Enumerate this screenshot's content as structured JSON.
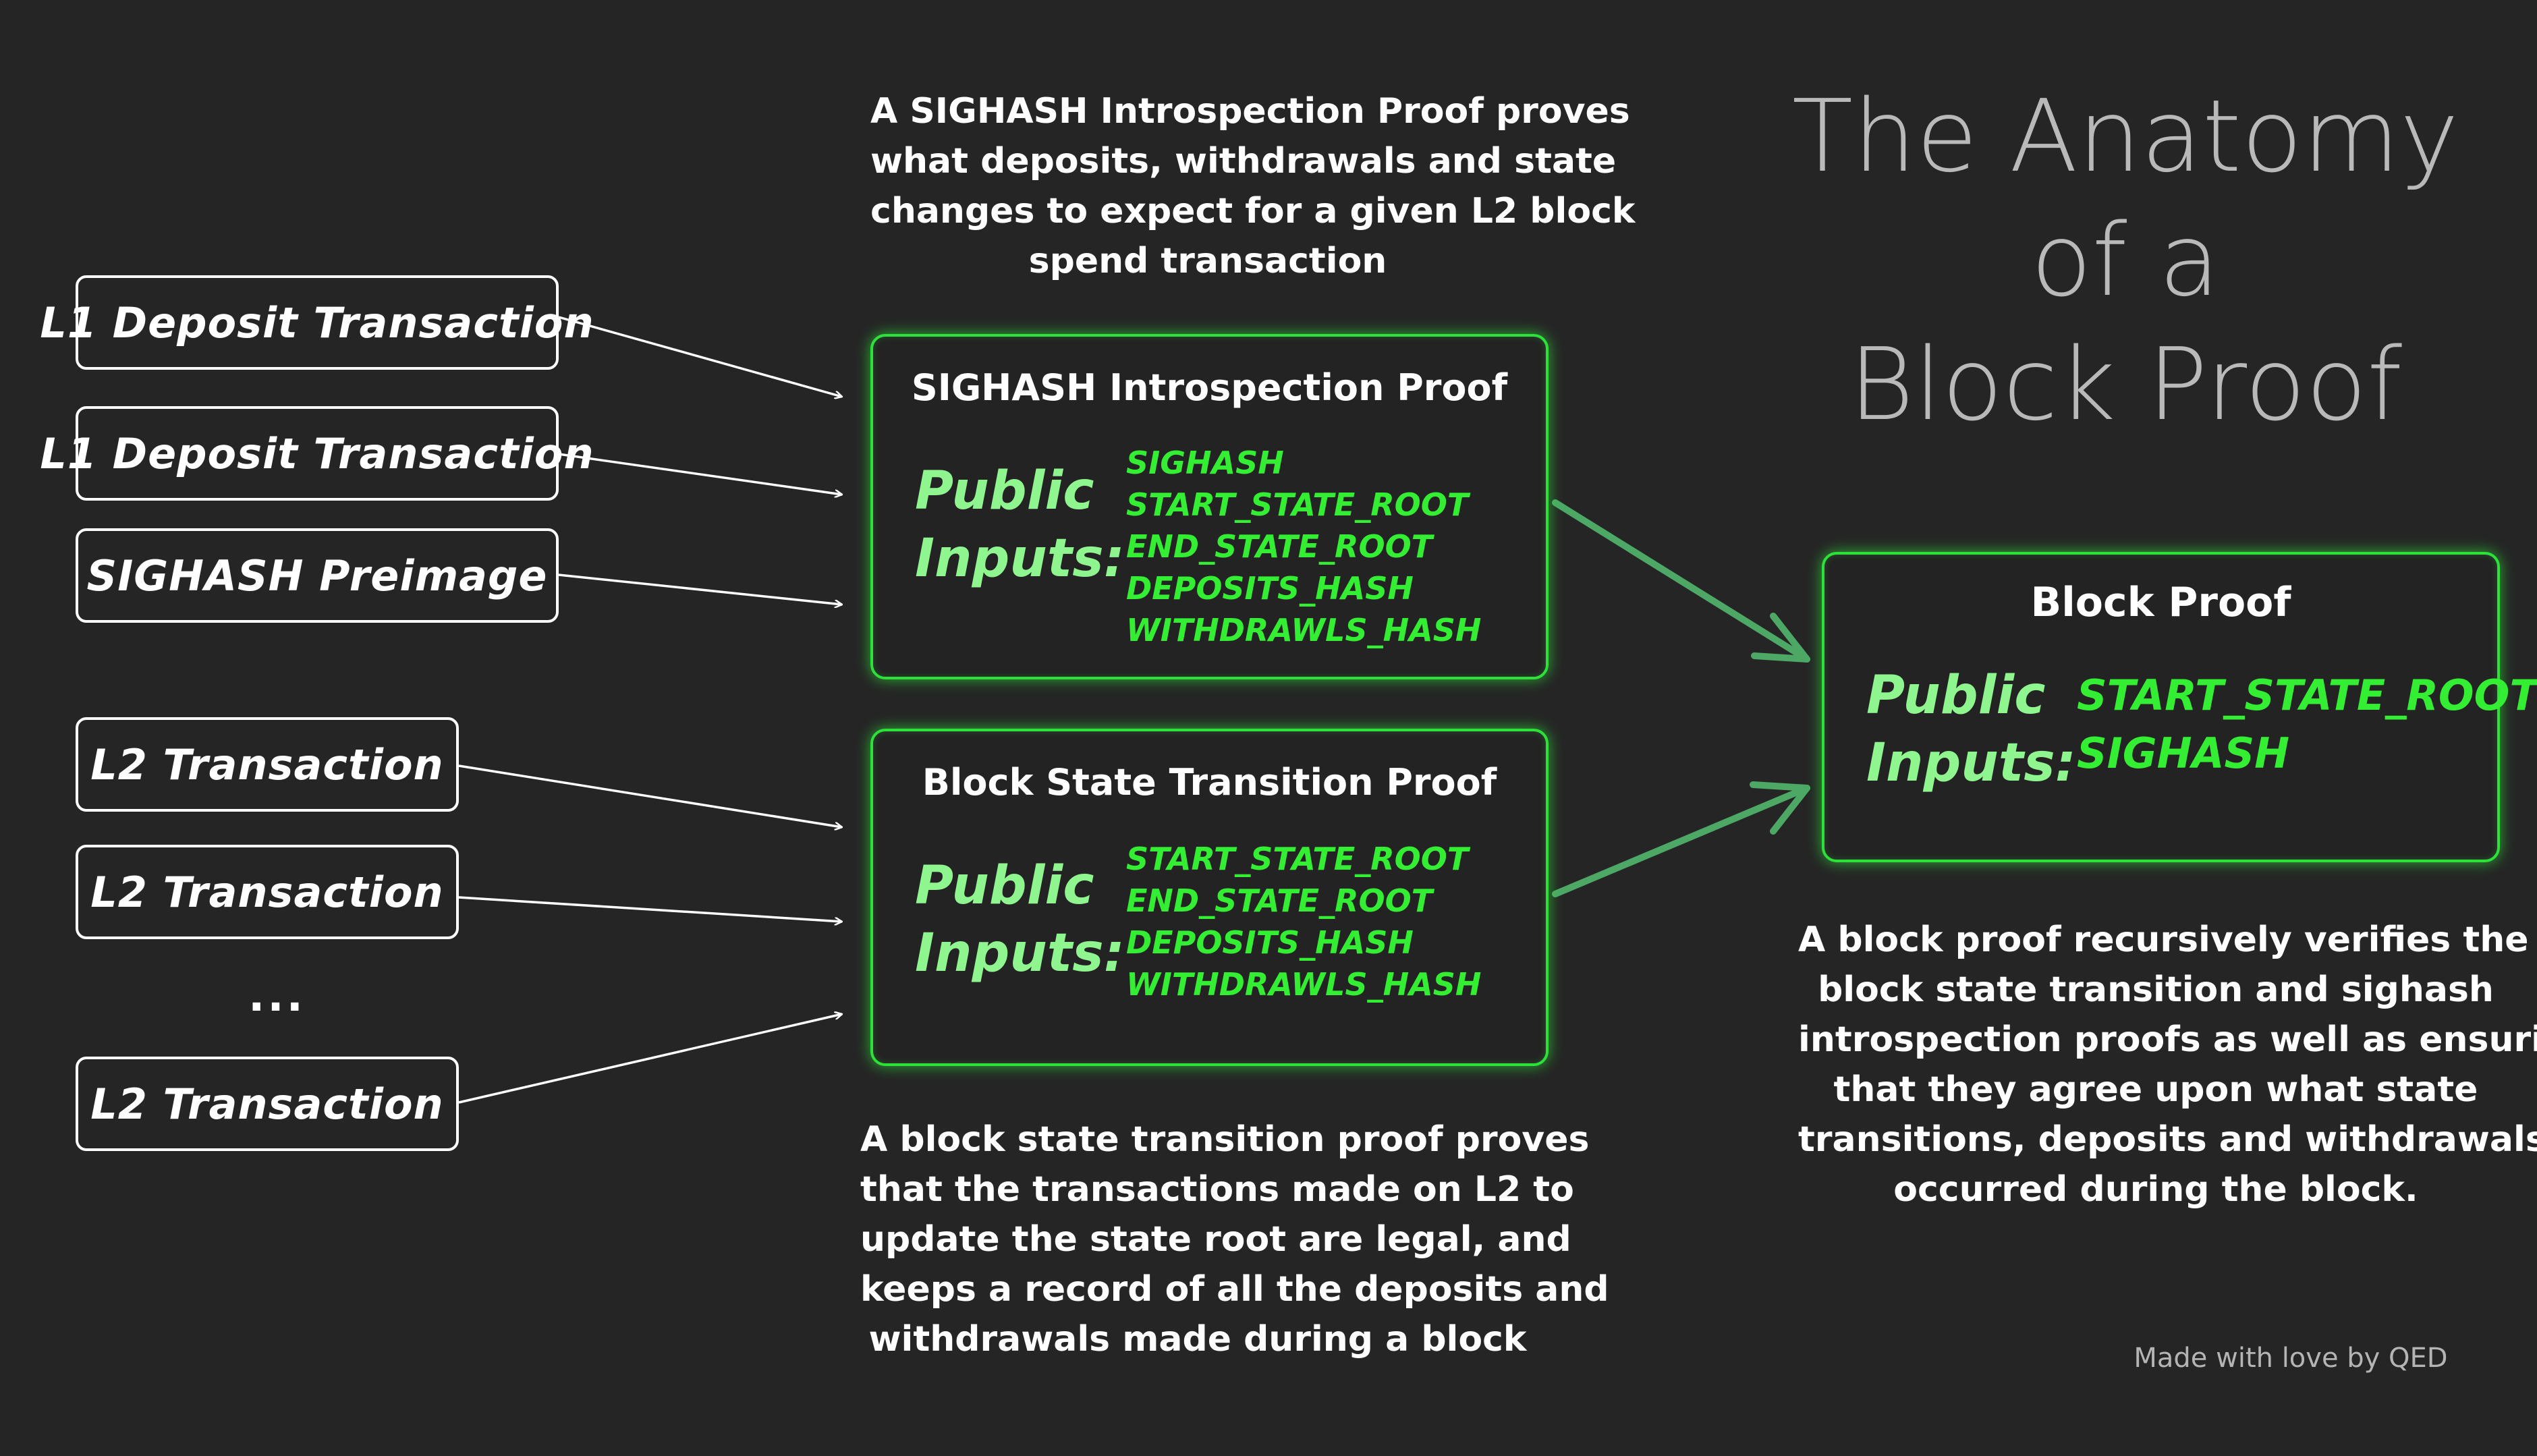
{
  "title": {
    "lines": [
      "The Anatomy",
      "of a",
      "Block Proof"
    ]
  },
  "inputs": {
    "l1_deposit_1": "L1 Deposit Transaction",
    "l1_deposit_2": "L1 Deposit Transaction",
    "sighash_preimage": "SIGHASH Preimage",
    "l2_tx_1": "L2 Transaction",
    "l2_tx_2": "L2 Transaction",
    "ellipsis": "...",
    "l2_tx_3": "L2 Transaction"
  },
  "sighash_proof": {
    "caption": [
      "A SIGHASH Introspection Proof proves",
      "what deposits, withdrawals and state",
      "changes to expect for a given L2 block",
      "spend transaction"
    ],
    "title": "SIGHASH Introspection Proof",
    "label_1": "Public",
    "label_2": "Inputs:",
    "inputs": [
      "SIGHASH",
      "START_STATE_ROOT",
      "END_STATE_ROOT",
      "DEPOSITS_HASH",
      "WITHDRAWLS_HASH"
    ]
  },
  "state_transition_proof": {
    "title": "Block State Transition Proof",
    "label_1": "Public",
    "label_2": "Inputs:",
    "inputs": [
      "START_STATE_ROOT",
      "END_STATE_ROOT",
      "DEPOSITS_HASH",
      "WITHDRAWLS_HASH"
    ],
    "caption": [
      "A block state transition proof proves",
      "that the transactions made on L2 to",
      "update the state root are legal, and",
      "keeps a record of all the deposits and",
      "withdrawals made during a block"
    ]
  },
  "block_proof": {
    "title": "Block Proof",
    "label_1": "Public",
    "label_2": "Inputs:",
    "inputs": [
      "START_STATE_ROOT",
      "SIGHASH"
    ],
    "caption": [
      "A block proof recursively verifies the",
      "block state transition and sighash",
      "introspection proofs as well as ensuring",
      "that they agree upon what state",
      "transitions, deposits and withdrawals",
      "occurred during the block."
    ]
  },
  "credit": "Made with love by QED",
  "colors": {
    "background": "#252525",
    "proof_border": "#2ee03a",
    "public_inputs_label": "#8ff58f",
    "public_inputs_values": "#33ee33",
    "connector_white": "#ffffff",
    "connector_green": "#4da866",
    "title_gray": "#b9b9b9"
  }
}
